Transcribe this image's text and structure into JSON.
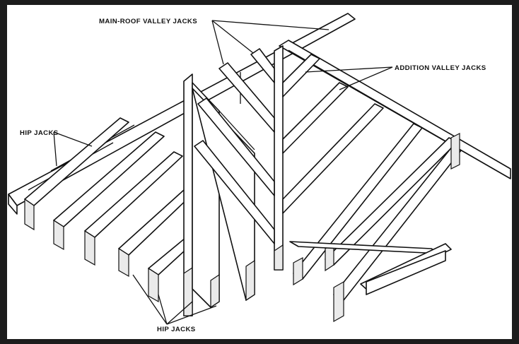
{
  "labels": {
    "main_valley": "MAIN-ROOF VALLEY JACKS",
    "addition_valley": "ADDITION VALLEY JACKS",
    "hip_left": "HIP JACKS",
    "hip_bottom": "HIP JACKS"
  }
}
